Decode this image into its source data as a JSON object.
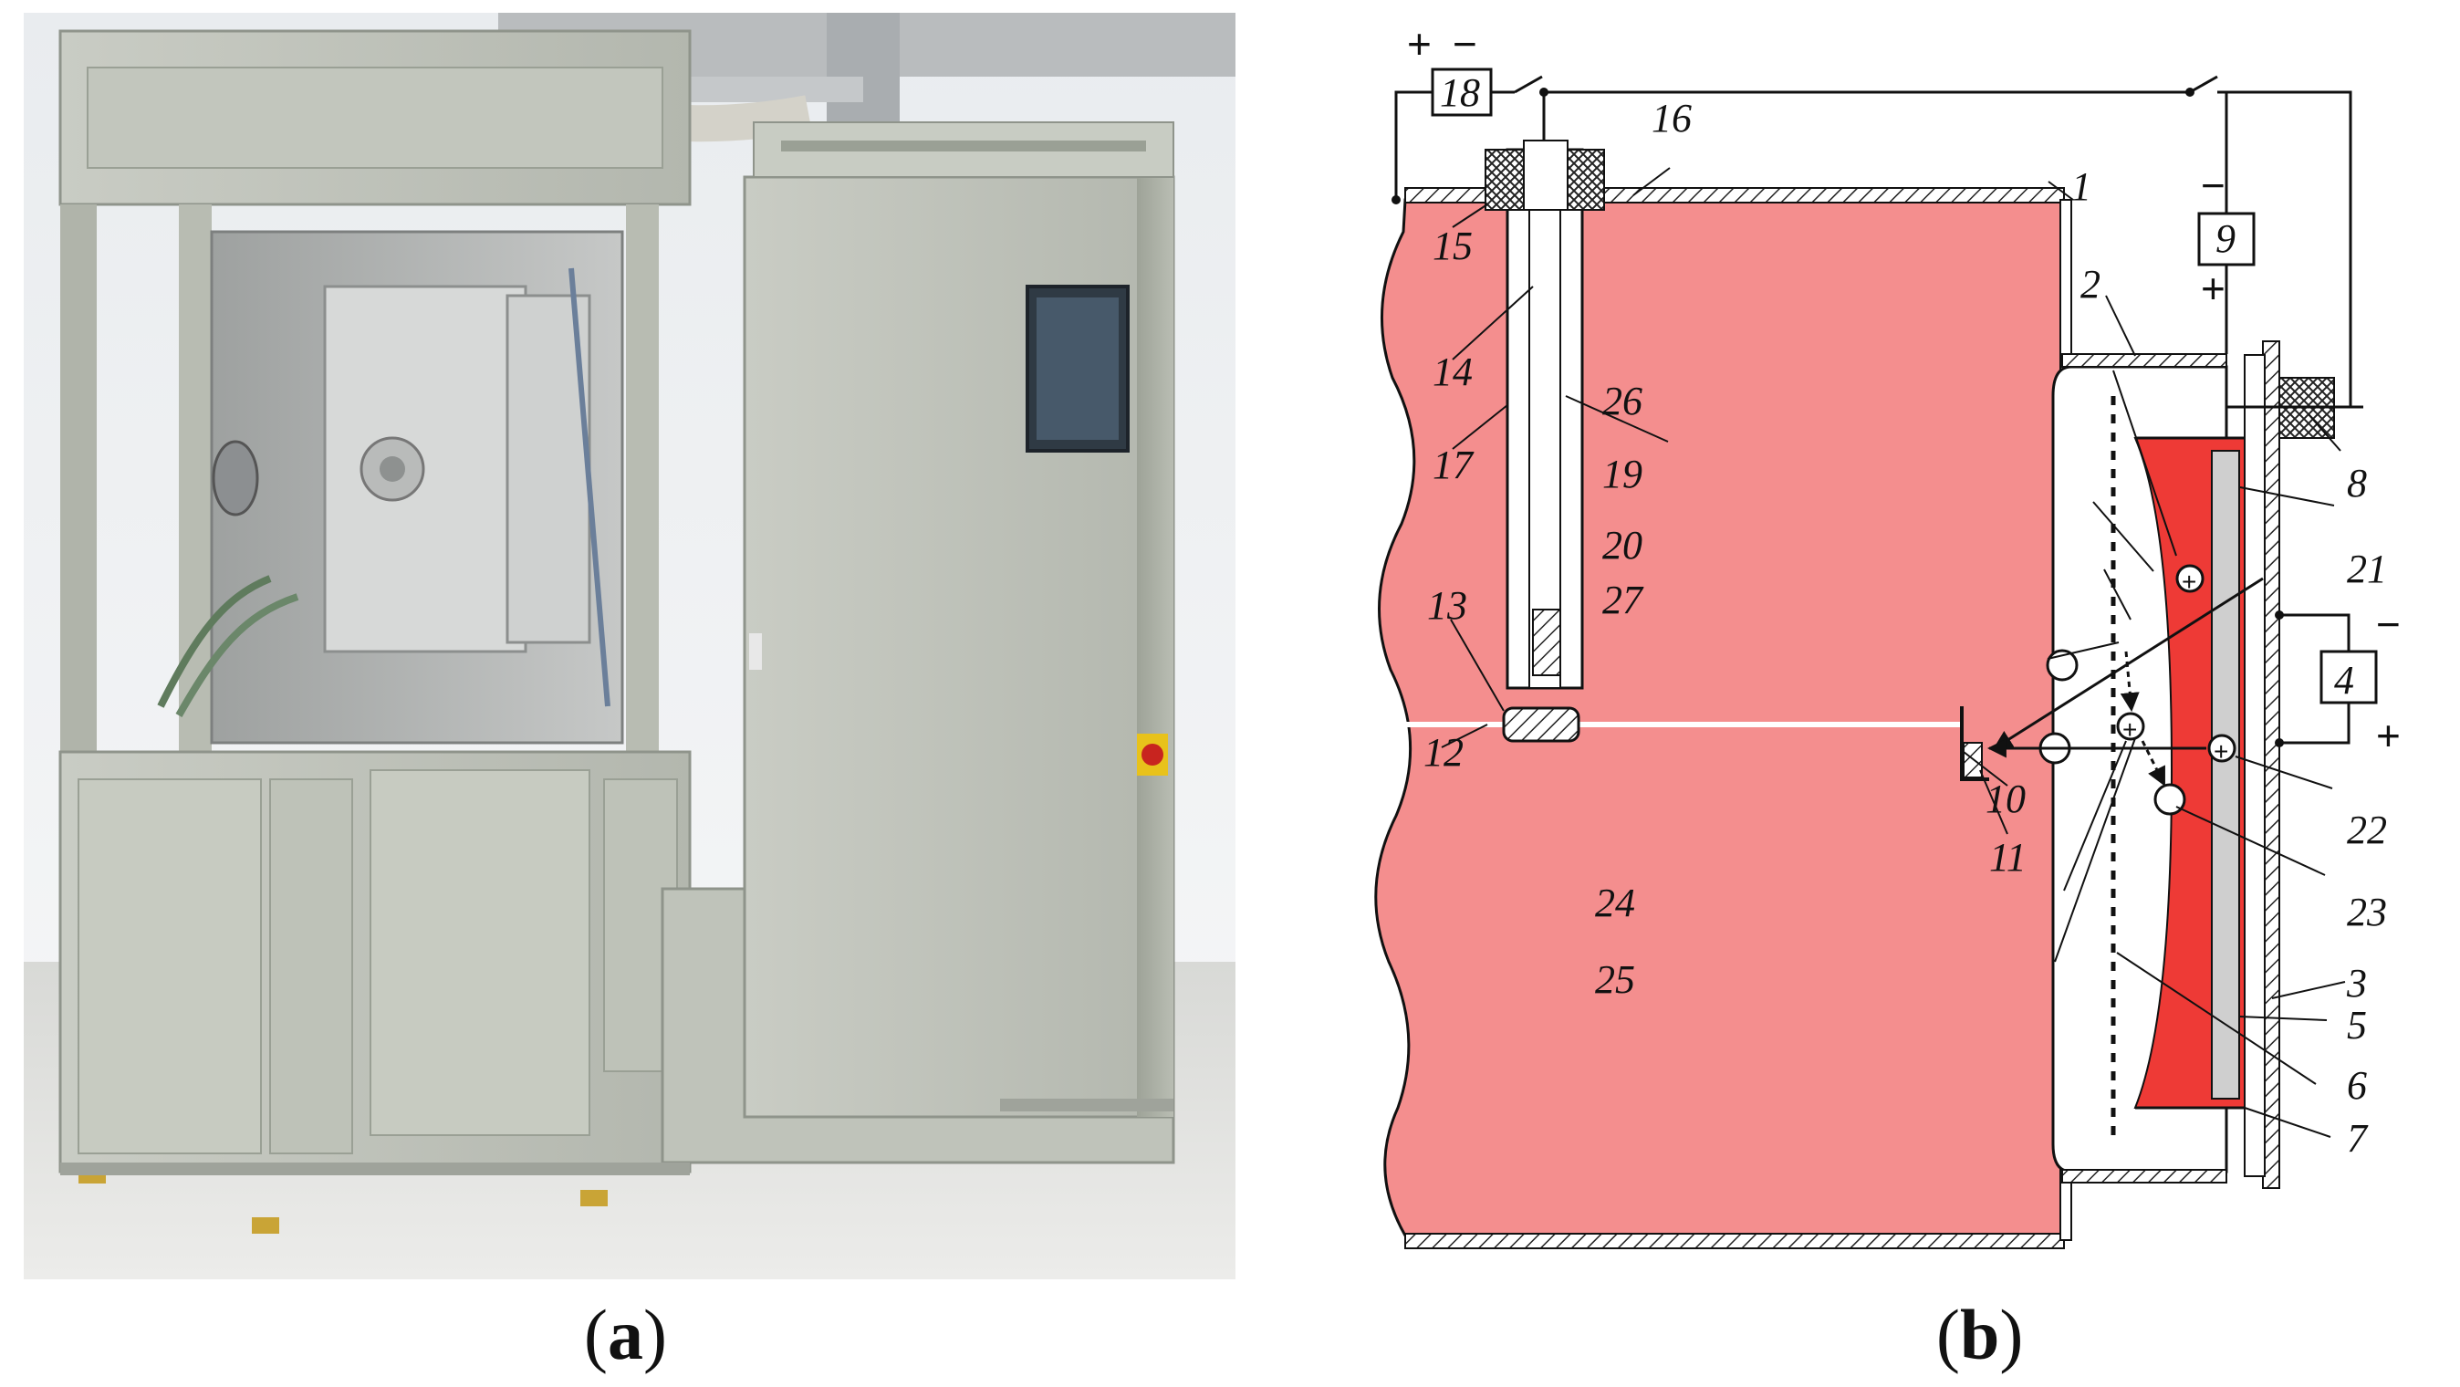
{
  "captions": {
    "a": "a",
    "b": "b"
  },
  "diagram_b": {
    "labels": [
      "1",
      "2",
      "3",
      "4",
      "5",
      "6",
      "7",
      "8",
      "9",
      "10",
      "11",
      "12",
      "13",
      "14",
      "15",
      "16",
      "17",
      "18",
      "19",
      "20",
      "21",
      "22",
      "23",
      "24",
      "25",
      "26",
      "27"
    ],
    "polarity": {
      "plus": "+",
      "minus": "−"
    },
    "colors": {
      "chamber": "#f48e8e",
      "plasma": "#ee3a36",
      "electrode": "#cfcfcf",
      "hatch": "#222222"
    }
  }
}
